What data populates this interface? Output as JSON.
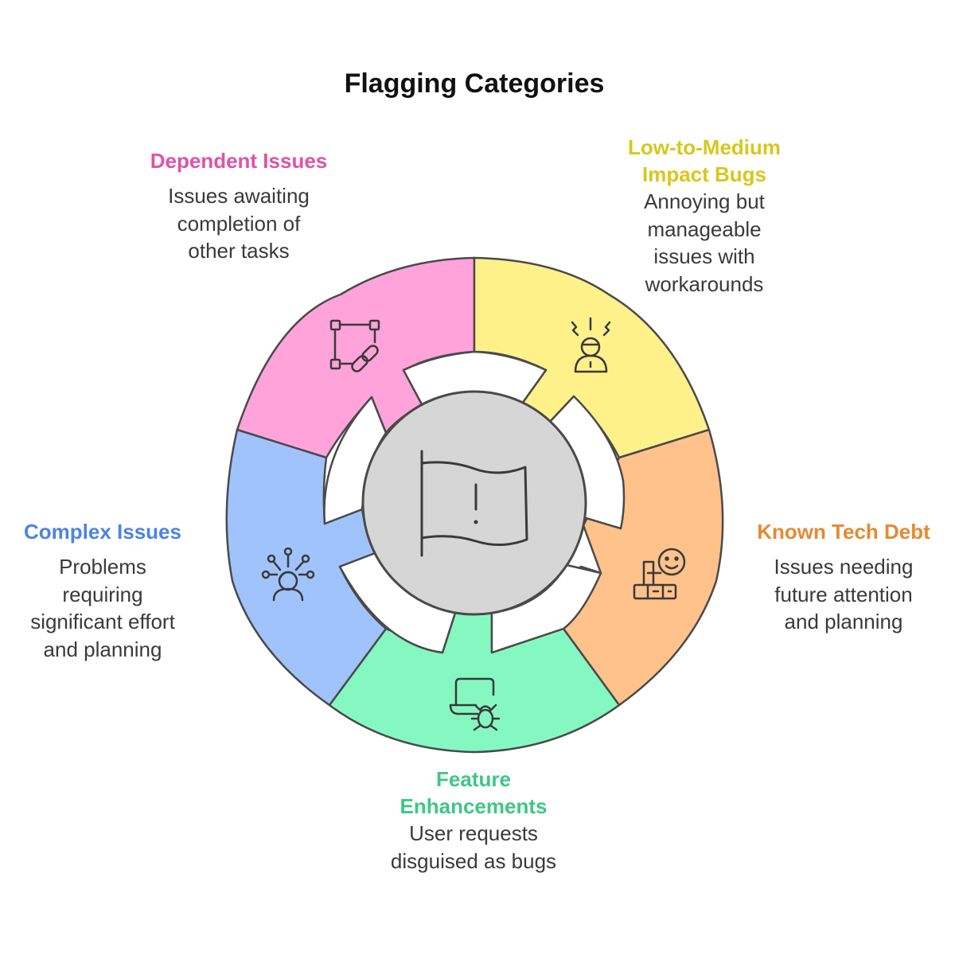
{
  "title": "Flagging Categories",
  "center_icon": "flag-alert-icon",
  "categories": [
    {
      "key": "dependent",
      "title": "Dependent Issues",
      "description": [
        "Issues awaiting",
        "completion of",
        "other tasks"
      ],
      "color": "#e052a8",
      "fill": "#ffa3da",
      "icon": "link-nodes-icon"
    },
    {
      "key": "low",
      "title": [
        "Low-to-Medium",
        "Impact Bugs"
      ],
      "description": [
        "Annoying but",
        "manageable",
        "issues with",
        "workarounds"
      ],
      "color": "#d8c71b",
      "fill": "#fff18a",
      "icon": "frustrated-person-icon"
    },
    {
      "key": "known",
      "title": "Known Tech Debt",
      "description": [
        "Issues needing",
        "future attention",
        "and planning"
      ],
      "color": "#e58a31",
      "fill": "#ffc28a",
      "icon": "smiling-building-icon"
    },
    {
      "key": "feature",
      "title": [
        "Feature",
        "Enhancements"
      ],
      "description": [
        "User requests",
        "disguised as bugs"
      ],
      "color": "#3ec787",
      "fill": "#85f8c2",
      "icon": "laptop-bug-icon"
    },
    {
      "key": "complex",
      "title": "Complex Issues",
      "description": [
        "Problems",
        "requiring",
        "significant effort",
        "and planning"
      ],
      "color": "#4c83e6",
      "fill": "#a0c3fc",
      "icon": "overloaded-person-icon"
    }
  ]
}
